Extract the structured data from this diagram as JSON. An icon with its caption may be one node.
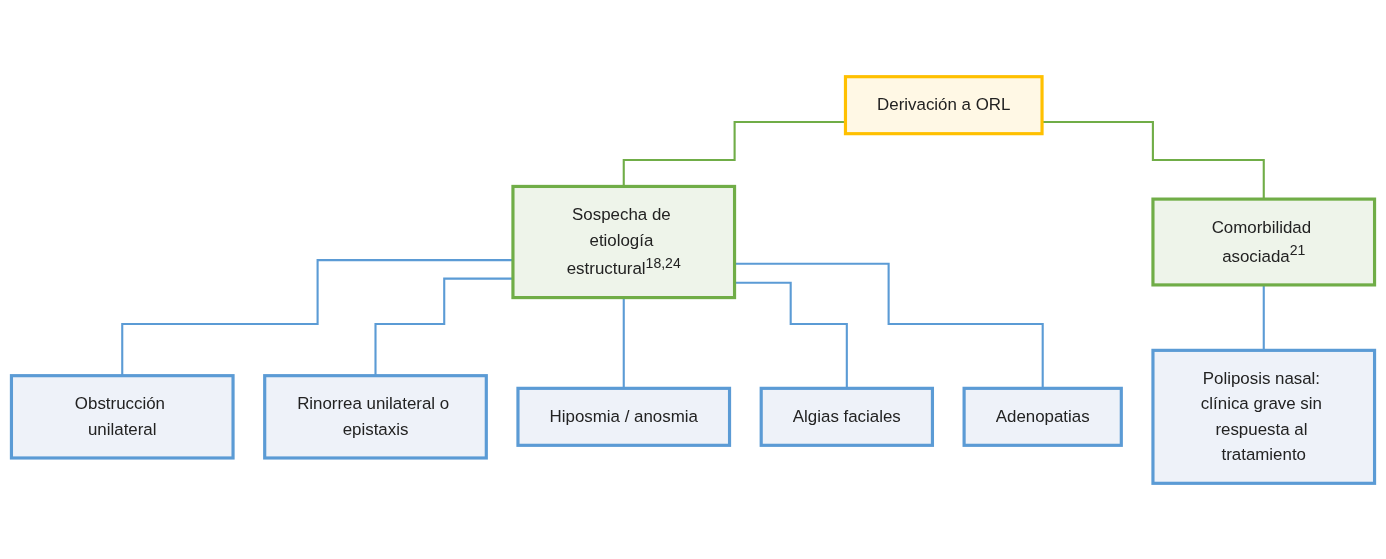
{
  "diagram": {
    "nodes": [
      {
        "text": [
          "Derivación a ORL"
        ]
      },
      {
        "text": [
          "Sospecha de etiología estructural$^{18,24}$"
        ]
      },
      {
        "text": [
          "Comorbilidad asociada$^{21}$"
        ]
      },
      {
        "text": [
          "Obstrucción unilateral"
        ]
      },
      {
        "text": [
          "Rinorrea unilateral o epistaxis"
        ]
      },
      {
        "text": [
          "Hiposmia / anosmia"
        ]
      },
      {
        "text": [
          "Algias faciales"
        ]
      },
      {
        "text": [
          "Adenopatias"
        ]
      },
      {
        "text": [
          "Poliposis nasal: clínica grave sin respuesta al tratamiento"
        ]
      }
    ],
    "edges": [
      {
        "from": 0,
        "to": 1,
        "arrow": "none",
        "color": "#70ad47"
      },
      {
        "from": 0,
        "to": 2,
        "arrow": "none",
        "color": "#70ad47"
      },
      {
        "from": 1,
        "to": 3,
        "arrow": "none"
      },
      {
        "from": 1,
        "to": 4,
        "arrow": "none"
      },
      {
        "from": 1,
        "to": 5,
        "arrow": "none"
      },
      {
        "from": 1,
        "to": 6,
        "arrow": "none"
      },
      {
        "from": 1,
        "to": 7,
        "arrow": "none"
      },
      {
        "from": 2,
        "to": 8,
        "arrow": "none"
      }
    ]
  }
}
